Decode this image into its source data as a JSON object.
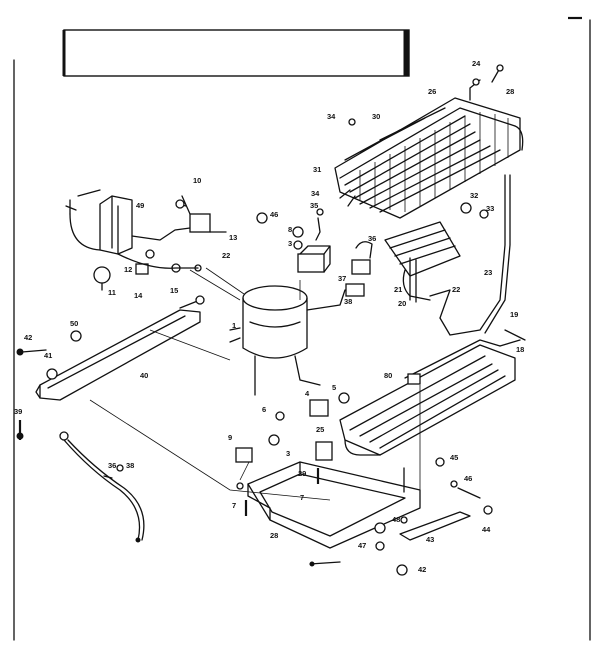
{
  "labels": [
    {
      "id": "l24",
      "text": "24"
    },
    {
      "id": "l26",
      "text": "26"
    },
    {
      "id": "l28",
      "text": "28"
    },
    {
      "id": "l30",
      "text": "30"
    },
    {
      "id": "l34a",
      "text": "34"
    },
    {
      "id": "l34b",
      "text": "34"
    },
    {
      "id": "l31",
      "text": "31"
    },
    {
      "id": "l32",
      "text": "32"
    },
    {
      "id": "l33",
      "text": "33"
    },
    {
      "id": "l10",
      "text": "10"
    },
    {
      "id": "l49",
      "text": "49"
    },
    {
      "id": "l13",
      "text": "13"
    },
    {
      "id": "l46",
      "text": "46"
    },
    {
      "id": "l35",
      "text": "35"
    },
    {
      "id": "l8",
      "text": "8"
    },
    {
      "id": "l3",
      "text": "3"
    },
    {
      "id": "l22",
      "text": "22"
    },
    {
      "id": "l12",
      "text": "12"
    },
    {
      "id": "l11",
      "text": "11"
    },
    {
      "id": "l14",
      "text": "14"
    },
    {
      "id": "l15",
      "text": "15"
    },
    {
      "id": "l36",
      "text": "36"
    },
    {
      "id": "l37",
      "text": "37"
    },
    {
      "id": "l38",
      "text": "38"
    },
    {
      "id": "l21",
      "text": "21"
    },
    {
      "id": "l20",
      "text": "20"
    },
    {
      "id": "l22b",
      "text": "22"
    },
    {
      "id": "l23",
      "text": "23"
    },
    {
      "id": "l1",
      "text": "1"
    },
    {
      "id": "l19",
      "text": "19"
    },
    {
      "id": "l18",
      "text": "18"
    },
    {
      "id": "l42",
      "text": "42"
    },
    {
      "id": "l50",
      "text": "50"
    },
    {
      "id": "l41",
      "text": "41"
    },
    {
      "id": "l40",
      "text": "40"
    },
    {
      "id": "l39",
      "text": "39"
    },
    {
      "id": "l80",
      "text": "80"
    },
    {
      "id": "l5",
      "text": "5"
    },
    {
      "id": "l4",
      "text": "4"
    },
    {
      "id": "l6",
      "text": "6"
    },
    {
      "id": "l9",
      "text": "9"
    },
    {
      "id": "l3b",
      "text": "3"
    },
    {
      "id": "l25",
      "text": "25"
    },
    {
      "id": "l36b",
      "text": "36"
    },
    {
      "id": "l38b",
      "text": "38"
    },
    {
      "id": "l29",
      "text": "29"
    },
    {
      "id": "l7",
      "text": "7"
    },
    {
      "id": "l7b",
      "text": "7"
    },
    {
      "id": "l28b",
      "text": "28"
    },
    {
      "id": "l45",
      "text": "45"
    },
    {
      "id": "l46b",
      "text": "46"
    },
    {
      "id": "l44",
      "text": "44"
    },
    {
      "id": "l43",
      "text": "43"
    },
    {
      "id": "l47",
      "text": "47"
    },
    {
      "id": "l48",
      "text": "48"
    },
    {
      "id": "l42b",
      "text": "42"
    }
  ]
}
